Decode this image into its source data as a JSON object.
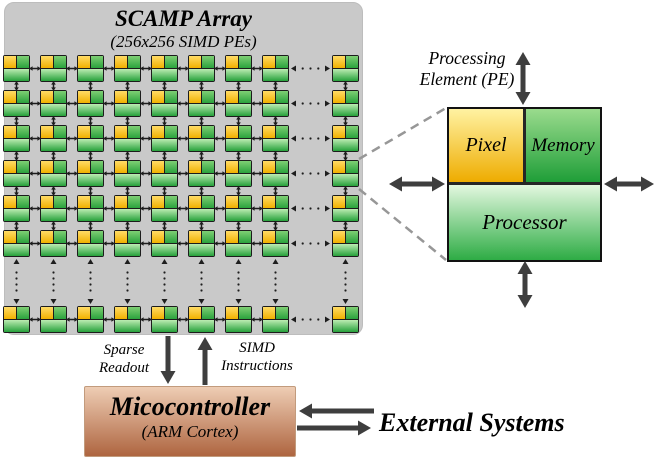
{
  "array": {
    "title": "SCAMP Array",
    "subtitle": "(256x256 SIMD PEs)",
    "grid": {
      "visible_columns": 9,
      "visible_rows": 7
    }
  },
  "pe_detail": {
    "label_line1": "Processing",
    "label_line2": "Element (PE)",
    "pixel_label": "Pixel",
    "memory_label": "Memory",
    "processor_label": "Processor"
  },
  "io": {
    "sparse_line1": "Sparse",
    "sparse_line2": "Readout",
    "simd_line1": "SIMD",
    "simd_line2": "Instructions"
  },
  "microcontroller": {
    "title": "Micocontroller",
    "subtitle": "(ARM Cortex)"
  },
  "external": {
    "label": "External Systems"
  },
  "colors": {
    "panel_bg": "#C9C9C9",
    "panel_border": "#BDBDBD",
    "pixel_top": "#FFF2A2",
    "pixel_bottom": "#EEAC00",
    "memory_top": "#9ADB8D",
    "memory_bottom": "#1F9E38",
    "processor_top": "#E3F8DF",
    "processor_bottom": "#2EAC45",
    "pe_yellow_top": "#FFDB66",
    "pe_yellow_bottom": "#F1B100",
    "pe_green_top": "#7ECF74",
    "pe_green_bottom": "#2BA23D",
    "pe_proc_top": "#BCECB2",
    "pe_proc_bottom": "#27A13B",
    "micro_top": "#EECDB4",
    "micro_bottom": "#AE6540",
    "micro_border": "#C29B7D",
    "arrow": "#3E3E3E",
    "link": "#1D1D1D",
    "dash": "#979797"
  }
}
